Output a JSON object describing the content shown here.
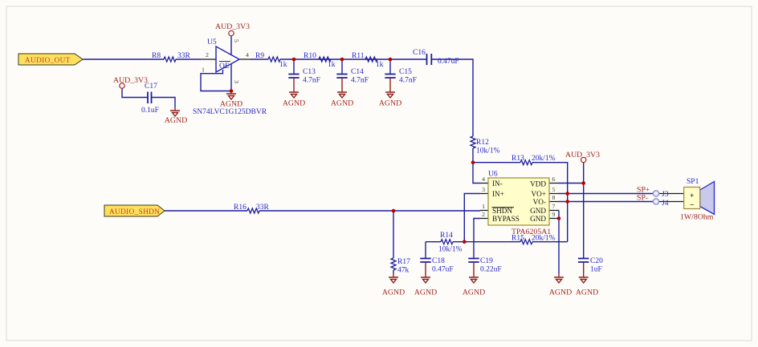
{
  "colors": {
    "wire": "#1d1d9f",
    "designator_label": "#2626c9",
    "power_net": "#a3231d",
    "junction": "#bb0000",
    "component_body": "#fffdc9",
    "port_flag": "#ffe05e",
    "sheet_background": "#fdfcf8"
  },
  "ports": {
    "audio_out": "AUDIO_OUT",
    "audio_shdn": "AUDIO_SHDN",
    "sp_plus": "SP+",
    "sp_minus": "SP-"
  },
  "power": {
    "vcc": "AUD_3V3",
    "gnd": "AGND"
  },
  "u5": {
    "ref": "U5",
    "part": "SN74LVC1G125DBVR",
    "oe": "OE",
    "pins": {
      "in": "2",
      "out": "4",
      "oe": "1",
      "vcc": "5",
      "gnd": "3"
    }
  },
  "u6": {
    "ref": "U6",
    "part": "TPA6205A1",
    "left": [
      {
        "n": "4",
        "name": "IN-"
      },
      {
        "n": "3",
        "name": "IN+"
      },
      {
        "n": "1",
        "name": "SHDN"
      },
      {
        "n": "2",
        "name": "BYPASS"
      }
    ],
    "right": [
      {
        "n": "6",
        "name": "VDD"
      },
      {
        "n": "5",
        "name": "VO+"
      },
      {
        "n": "8",
        "name": "VO-"
      },
      {
        "n": "7",
        "name": "GND"
      },
      {
        "n": "9",
        "name": "GND"
      }
    ]
  },
  "r": {
    "r8": {
      "ref": "R8",
      "val": "33R"
    },
    "r9": {
      "ref": "R9",
      "val": "1k"
    },
    "r10": {
      "ref": "R10",
      "val": "1k"
    },
    "r11": {
      "ref": "R11",
      "val": "1k"
    },
    "r12": {
      "ref": "R12",
      "val": "10k/1%"
    },
    "r13": {
      "ref": "R13",
      "val": "20k/1%"
    },
    "r14": {
      "ref": "R14",
      "val": "10k/1%"
    },
    "r15": {
      "ref": "R15",
      "val": "20k/1%"
    },
    "r16": {
      "ref": "R16",
      "val": "33R"
    },
    "r17": {
      "ref": "R17",
      "val": "47k"
    }
  },
  "c": {
    "c13": {
      "ref": "C13",
      "val": "4.7nF"
    },
    "c14": {
      "ref": "C14",
      "val": "4.7nF"
    },
    "c15": {
      "ref": "C15",
      "val": "4.7nF"
    },
    "c16": {
      "ref": "C16",
      "val": "0.47uF"
    },
    "c17": {
      "ref": "C17",
      "val": "0.1uF"
    },
    "c18": {
      "ref": "C18",
      "val": "0.47uF"
    },
    "c19": {
      "ref": "C19",
      "val": "0.22uF"
    },
    "c20": {
      "ref": "C20",
      "val": "1uF"
    }
  },
  "j": {
    "j3": "J3",
    "j4": "J4"
  },
  "sp": {
    "ref": "SP1",
    "rating": "1W/8Ohm",
    "plus": "+",
    "minus": "−"
  }
}
